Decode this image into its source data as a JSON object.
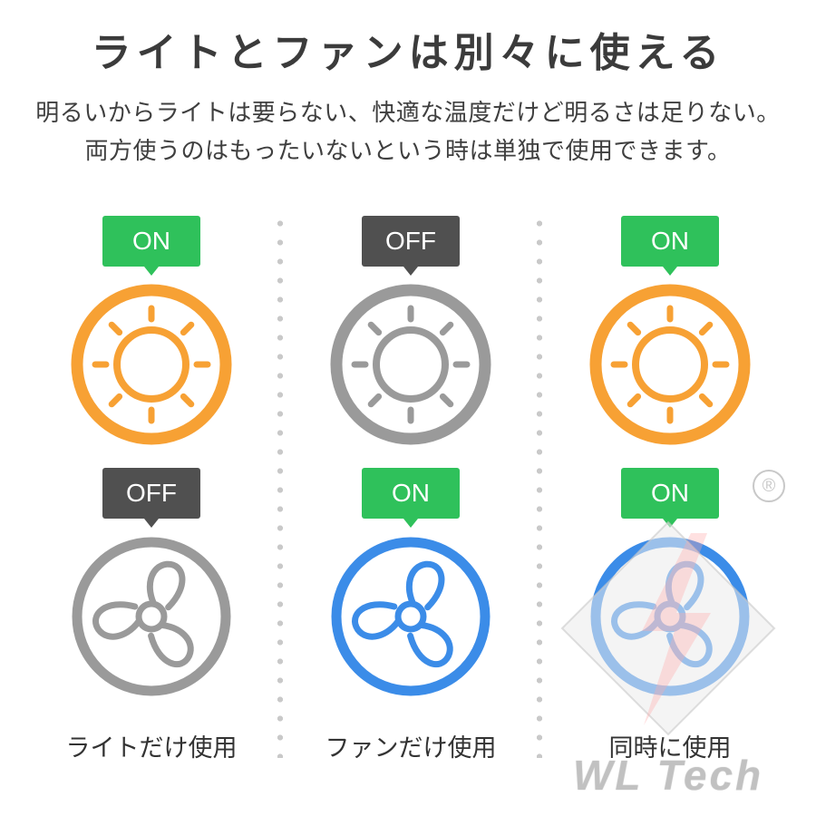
{
  "title": "ライトとファンは別々に使える",
  "subtitle_lines": [
    "明るいからライトは要らない、快適な温度だけど明るさは足りない。",
    "両方使うのはもったいないという時は単独で使用できます。"
  ],
  "columns": [
    {
      "light_status": "ON",
      "fan_status": "OFF",
      "label": "ライトだけ使用"
    },
    {
      "light_status": "OFF",
      "fan_status": "ON",
      "label": "ファンだけ使用"
    },
    {
      "light_status": "ON",
      "fan_status": "ON",
      "label": "同時に使用"
    }
  ],
  "icons": {
    "light": "sun-icon",
    "fan": "fan-icon"
  },
  "colors": {
    "on_badge": "#2fc15b",
    "off_badge": "#505050",
    "light_on": "#f7a134",
    "fan_on": "#3b8ce8",
    "inactive": "#9a9a9a"
  },
  "registered_mark": "®",
  "watermark": "WL Tech"
}
